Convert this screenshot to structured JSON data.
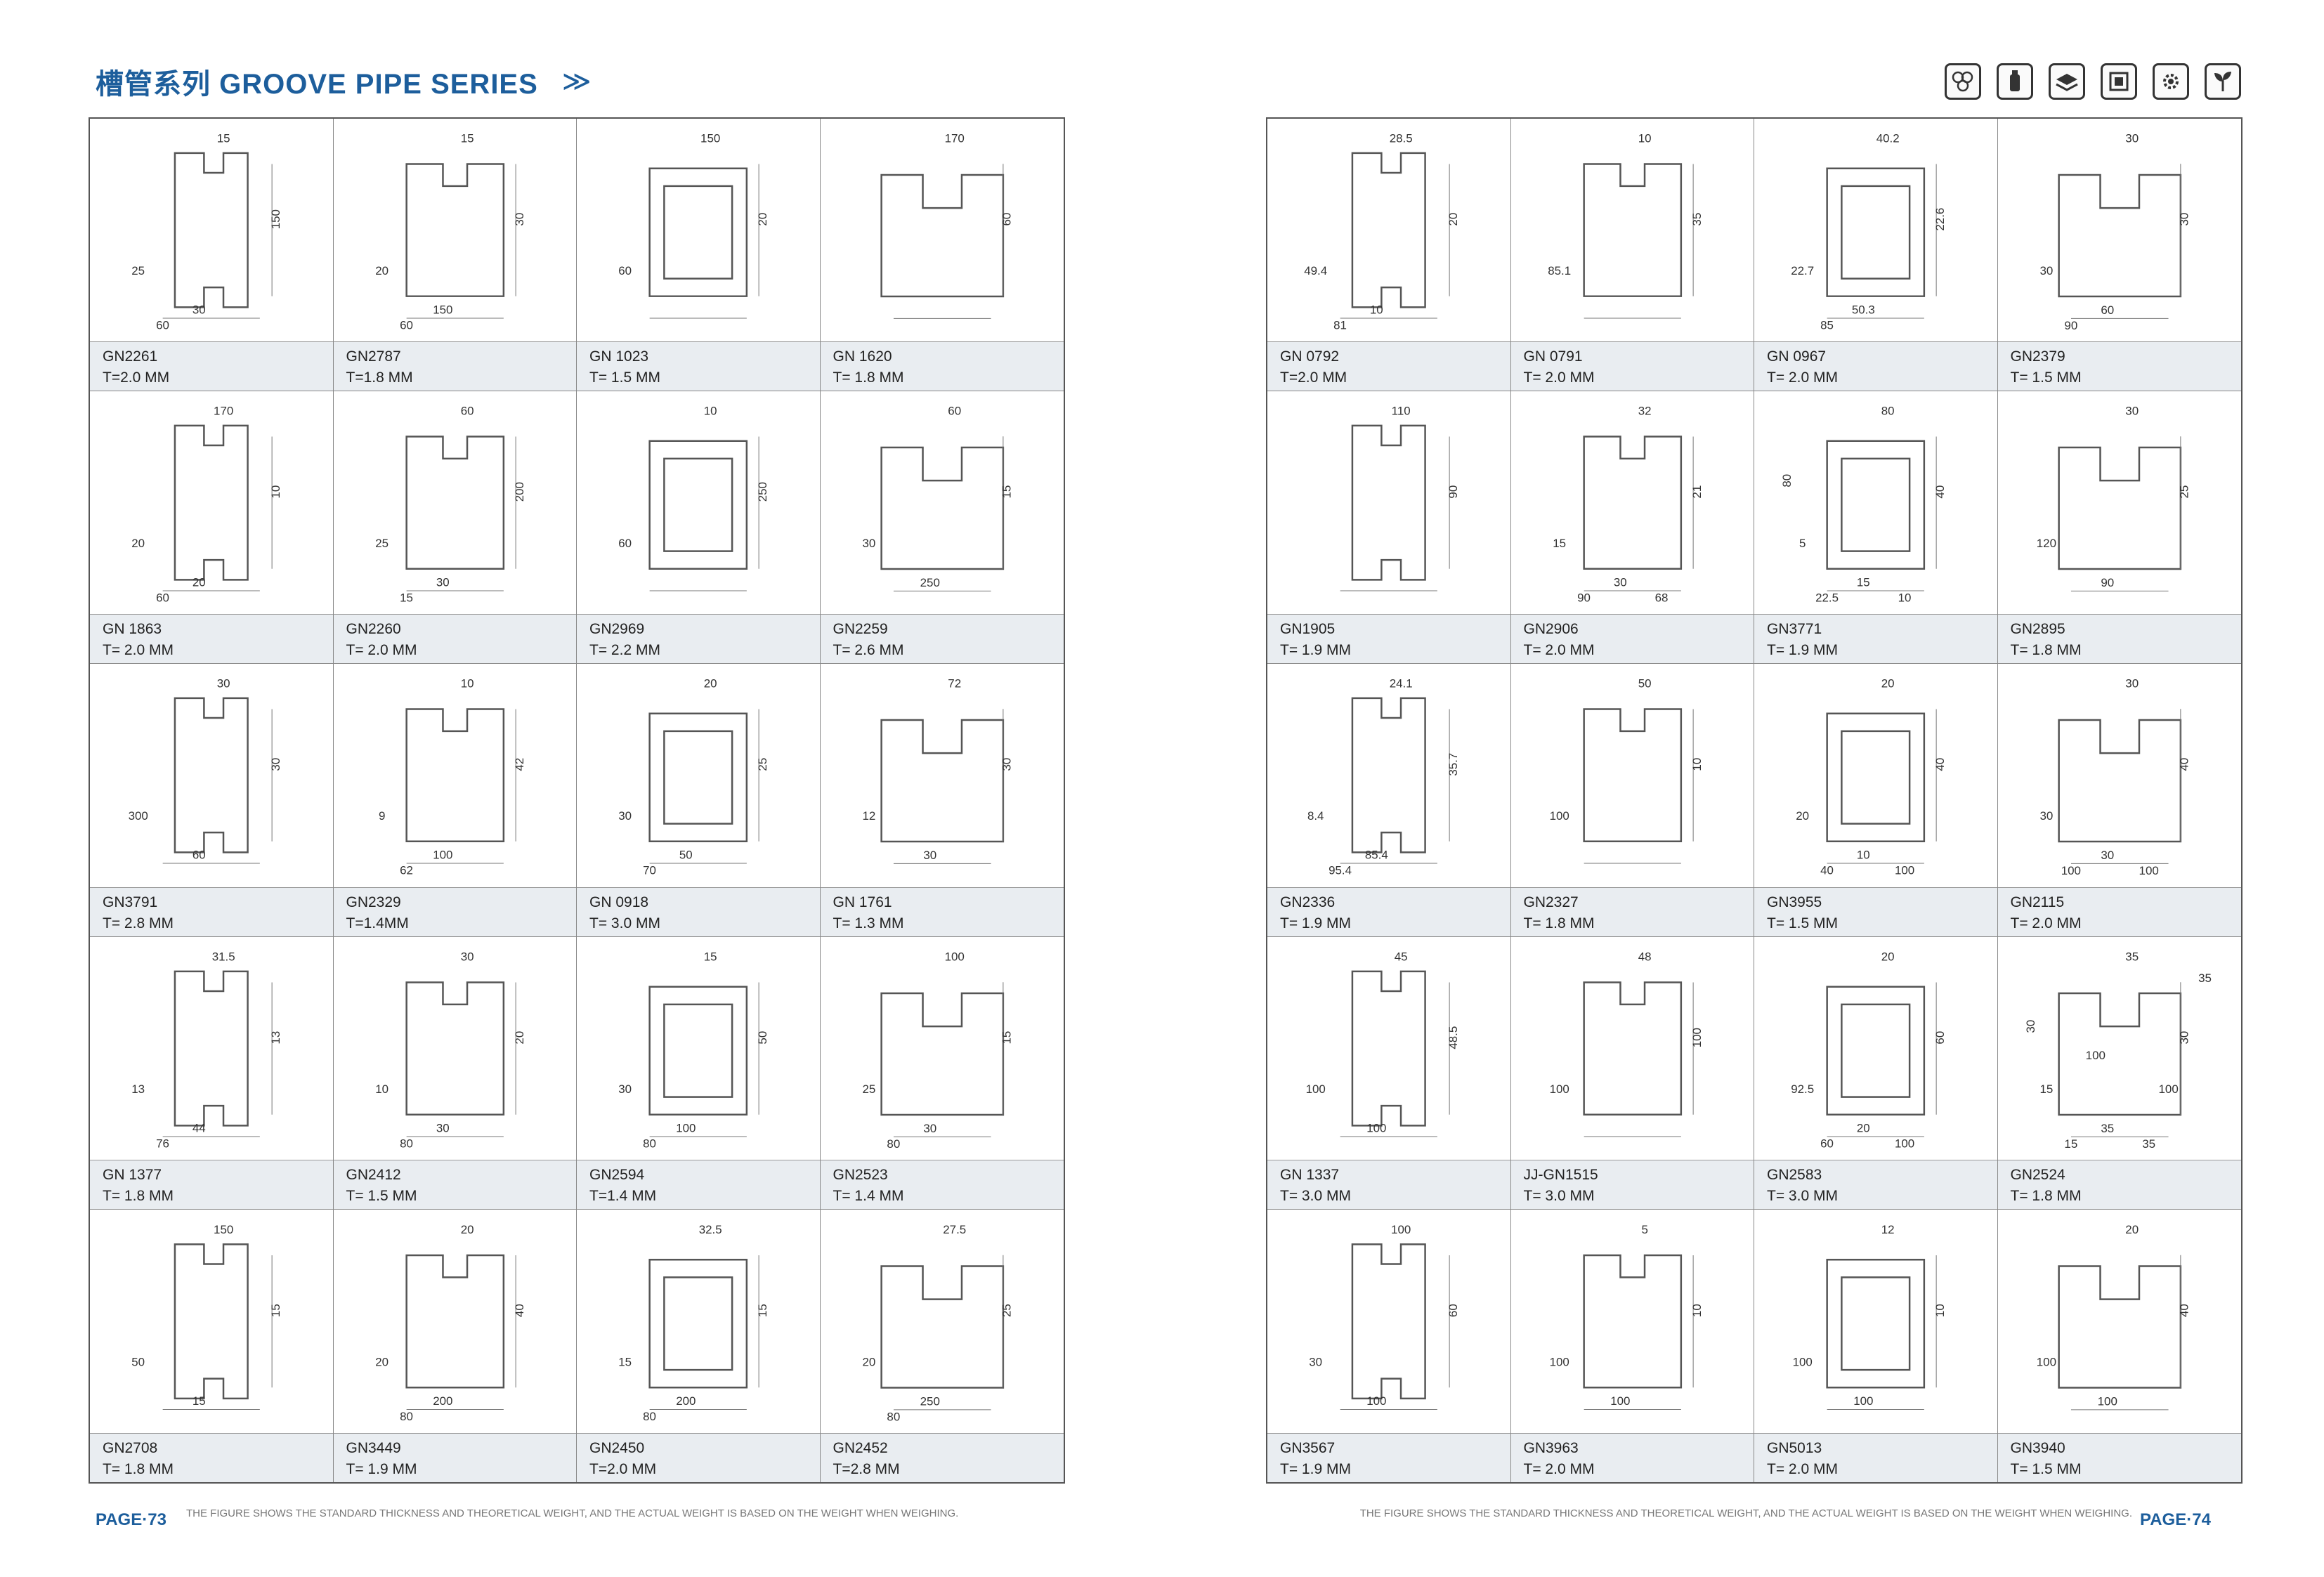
{
  "header": {
    "title": "槽管系列  GROOVE PIPE SERIES",
    "arrows": "≫"
  },
  "icons": [
    "aluminum-ingots-icon",
    "bottle-icon",
    "layers-icon",
    "machine-icon",
    "gear-icon",
    "sprout-icon"
  ],
  "left_products": [
    {
      "code": "GN2261",
      "thickness": "T=2.0 MM",
      "dims": [
        "15",
        "150",
        "25",
        "30",
        "60"
      ]
    },
    {
      "code": "GN2787",
      "thickness": "T=1.8 MM",
      "dims": [
        "15",
        "30",
        "20",
        "150",
        "60"
      ]
    },
    {
      "code": "GN 1023",
      "thickness": "T= 1.5 MM",
      "dims": [
        "150",
        "20",
        "60"
      ]
    },
    {
      "code": "GN 1620",
      "thickness": "T= 1.8 MM",
      "dims": [
        "170",
        "60"
      ]
    },
    {
      "code": "GN 1863",
      "thickness": "T= 2.0 MM",
      "dims": [
        "170",
        "10",
        "20",
        "20",
        "60"
      ]
    },
    {
      "code": "GN2260",
      "thickness": "T= 2.0  MM",
      "dims": [
        "60",
        "200",
        "25",
        "30",
        "15"
      ]
    },
    {
      "code": "GN2969",
      "thickness": "T= 2.2 MM",
      "dims": [
        "10",
        "250",
        "60"
      ]
    },
    {
      "code": "GN2259",
      "thickness": "T= 2.6  MM",
      "dims": [
        "60",
        "15",
        "30",
        "250"
      ]
    },
    {
      "code": "GN3791",
      "thickness": "T= 2.8 MM",
      "dims": [
        "30",
        "30",
        "300",
        "60"
      ]
    },
    {
      "code": "GN2329",
      "thickness": "T=1.4MM",
      "dims": [
        "10",
        "42",
        "9",
        "100",
        "62"
      ]
    },
    {
      "code": "GN 0918",
      "thickness": "T=  3.0 MM",
      "dims": [
        "20",
        "25",
        "30",
        "50",
        "70"
      ]
    },
    {
      "code": "GN 1761",
      "thickness": "T= 1.3 MM",
      "dims": [
        "72",
        "30",
        "12",
        "30"
      ]
    },
    {
      "code": "GN 1377",
      "thickness": "T= 1.8 MM",
      "dims": [
        "31.5",
        "13",
        "13",
        "44",
        "76"
      ]
    },
    {
      "code": "GN2412",
      "thickness": "T= 1.5 MM",
      "dims": [
        "30",
        "20",
        "10",
        "30",
        "80"
      ]
    },
    {
      "code": "GN2594",
      "thickness": "T=1.4 MM",
      "dims": [
        "15",
        "50",
        "30",
        "100",
        "80"
      ]
    },
    {
      "code": "GN2523",
      "thickness": "T= 1.4 MM",
      "dims": [
        "100",
        "15",
        "25",
        "30",
        "80"
      ]
    },
    {
      "code": "GN2708",
      "thickness": "T= 1.8 MM",
      "dims": [
        "150",
        "15",
        "50",
        "15"
      ]
    },
    {
      "code": "GN3449",
      "thickness": "T=  1.9 MM",
      "dims": [
        "20",
        "40",
        "20",
        "200",
        "80"
      ]
    },
    {
      "code": "GN2450",
      "thickness": "T=2.0 MM",
      "dims": [
        "32.5",
        "15",
        "15",
        "200",
        "80"
      ]
    },
    {
      "code": "GN2452",
      "thickness": "T=2.8 MM",
      "dims": [
        "27.5",
        "25",
        "20",
        "250",
        "80"
      ]
    }
  ],
  "right_products": [
    {
      "code": "GN 0792",
      "thickness": "T=2.0 MM",
      "dims": [
        "28.5",
        "20",
        "49.4",
        "10",
        "81"
      ]
    },
    {
      "code": "GN  0791",
      "thickness": "T= 2.0 MM",
      "dims": [
        "10",
        "35",
        "85.1"
      ]
    },
    {
      "code": "GN 0967",
      "thickness": "T= 2.0 MM",
      "dims": [
        "40.2",
        "22.6",
        "22.7",
        "50.3",
        "85"
      ]
    },
    {
      "code": "GN2379",
      "thickness": "T= 1.5 MM",
      "dims": [
        "30",
        "30",
        "30",
        "60",
        "90"
      ]
    },
    {
      "code": "GN1905",
      "thickness": "T= 1.9 MM",
      "dims": [
        "110",
        "90"
      ]
    },
    {
      "code": "GN2906",
      "thickness": "T= 2.0 MM",
      "dims": [
        "32",
        "21",
        "15",
        "30",
        "90",
        "68"
      ]
    },
    {
      "code": "GN3771",
      "thickness": "T=  1.9 MM",
      "dims": [
        "80",
        "40",
        "5",
        "15",
        "22.5",
        "10",
        "80"
      ]
    },
    {
      "code": "GN2895",
      "thickness": "T= 1.8 MM",
      "dims": [
        "30",
        "25",
        "120",
        "90"
      ]
    },
    {
      "code": "GN2336",
      "thickness": "T= 1.9 MM",
      "dims": [
        "24.1",
        "35.7",
        "8.4",
        "85.4",
        "95.4"
      ]
    },
    {
      "code": "GN2327",
      "thickness": "T= 1.8 MM",
      "dims": [
        "50",
        "10",
        "100"
      ]
    },
    {
      "code": "GN3955",
      "thickness": "T= 1.5 MM",
      "dims": [
        "20",
        "40",
        "20",
        "10",
        "40",
        "100"
      ]
    },
    {
      "code": "GN2115",
      "thickness": "T= 2.0 MM",
      "dims": [
        "30",
        "40",
        "30",
        "30",
        "100",
        "100"
      ]
    },
    {
      "code": "GN 1337",
      "thickness": "T= 3.0 MM",
      "dims": [
        "45",
        "48.5",
        "100",
        "100"
      ]
    },
    {
      "code": "JJ-GN1515",
      "thickness": "T= 3.0 MM",
      "dims": [
        "48",
        "100",
        "100"
      ]
    },
    {
      "code": "GN2583",
      "thickness": "T= 3.0 MM",
      "dims": [
        "20",
        "60",
        "92.5",
        "20",
        "60",
        "100"
      ]
    },
    {
      "code": "GN2524",
      "thickness": "T= 1.8 MM",
      "dims": [
        "35",
        "30",
        "15",
        "35",
        "15",
        "35",
        "30",
        "35",
        "100",
        "100"
      ]
    },
    {
      "code": "GN3567",
      "thickness": "T= 1.9 MM",
      "dims": [
        "100",
        "60",
        "30",
        "100"
      ]
    },
    {
      "code": "GN3963",
      "thickness": "T= 2.0 MM",
      "dims": [
        "5",
        "10",
        "100",
        "100"
      ]
    },
    {
      "code": "GN5013",
      "thickness": "T=  2.0 MM",
      "dims": [
        "12",
        "10",
        "100",
        "100"
      ]
    },
    {
      "code": "GN3940",
      "thickness": "T= 1.5 MM",
      "dims": [
        "20",
        "40",
        "100",
        "100"
      ]
    }
  ],
  "footer": {
    "left_page": "PAGE·73",
    "right_page": "PAGE·74",
    "note": "THE FIGURE SHOWS THE STANDARD THICKNESS AND THEORETICAL WEIGHT, AND THE ACTUAL WEIGHT IS BASED ON THE WEIGHT WHEN WEIGHING."
  }
}
